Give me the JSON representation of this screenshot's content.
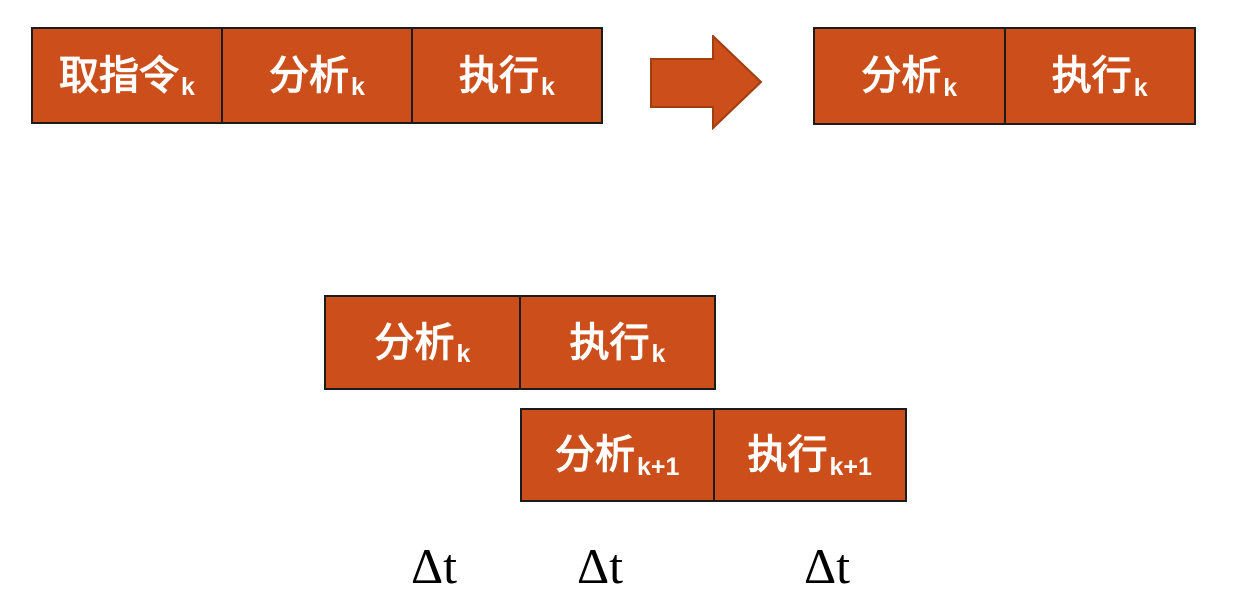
{
  "colors": {
    "box_fill": "#CB4E1B",
    "box_border": "#1C1C1C",
    "arrow_fill": "#CB4E1B",
    "arrow_border": "#A23F10",
    "box_text": "#FFFFFF",
    "time_text": "#000000",
    "page_bg": "#FFFFFF"
  },
  "groups": {
    "sequential_full": {
      "cells": [
        {
          "label": "取指令",
          "sub": "k"
        },
        {
          "label": "分析",
          "sub": "k"
        },
        {
          "label": "执行",
          "sub": "k"
        }
      ]
    },
    "sequential_reduced": {
      "cells": [
        {
          "label": "分析",
          "sub": "k"
        },
        {
          "label": "执行",
          "sub": "k"
        }
      ]
    },
    "overlap_row1": {
      "cells": [
        {
          "label": "分析",
          "sub": "k"
        },
        {
          "label": "执行",
          "sub": "k"
        }
      ]
    },
    "overlap_row2": {
      "cells": [
        {
          "label": "分析",
          "sub": "k+1"
        },
        {
          "label": "执行",
          "sub": "k+1"
        }
      ]
    }
  },
  "arrow": {
    "direction": "right"
  },
  "time_labels": [
    {
      "text": "Δt"
    },
    {
      "text": "Δt"
    },
    {
      "text": "Δt"
    }
  ]
}
